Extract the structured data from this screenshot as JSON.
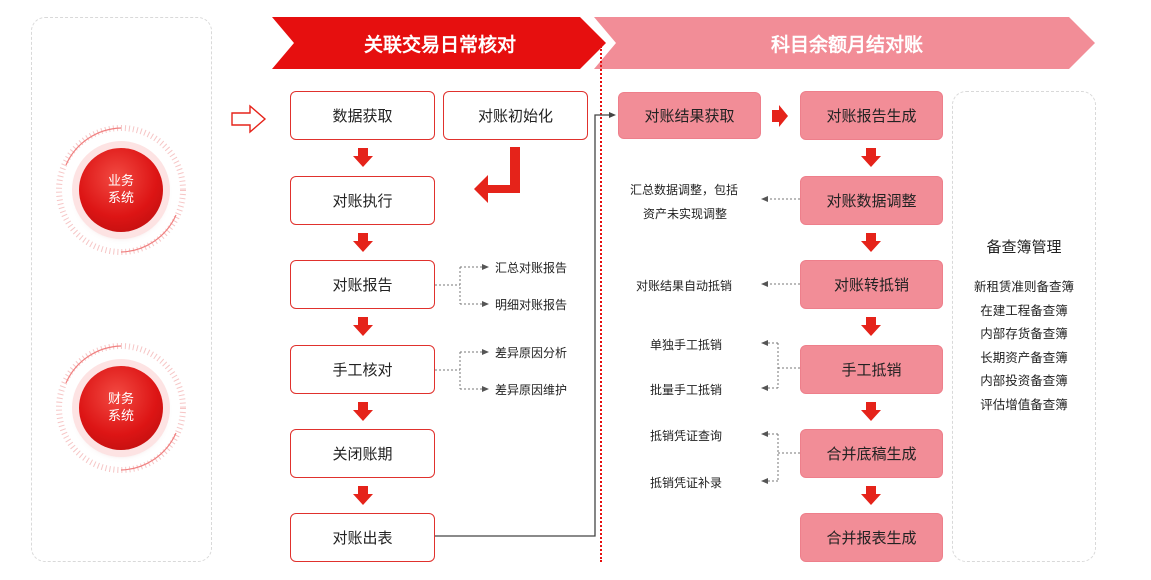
{
  "banners": {
    "left": "关联交易日常核对",
    "right": "科目余额月结对账"
  },
  "systems": [
    {
      "line1": "业务",
      "line2": "系统"
    },
    {
      "line1": "财务",
      "line2": "系统"
    }
  ],
  "left_flow": {
    "main_steps": [
      "数据获取",
      "对账执行",
      "对账报告",
      "手工核对",
      "关闭账期",
      "对账出表"
    ],
    "init_step": "对账初始化",
    "report_subitems": [
      "汇总对账报告",
      "明细对账报告"
    ],
    "manual_subitems": [
      "差异原因分析",
      "差异原因维护"
    ]
  },
  "right_flow": {
    "fetch_step": "对账结果获取",
    "main_steps": [
      "对账报告生成",
      "对账数据调整",
      "对账转抵销",
      "手工抵销",
      "合并底稿生成",
      "合并报表生成"
    ],
    "adjust_note": [
      "汇总数据调整，包括",
      "资产未实现调整"
    ],
    "transfer_note": "对账结果自动抵销",
    "manual_notes": [
      "单独手工抵销",
      "批量手工抵销"
    ],
    "draft_notes": [
      "抵销凭证查询",
      "抵销凭证补录"
    ]
  },
  "ledger": {
    "title": "备查簿管理",
    "items": [
      "新租赁准则备查簿",
      "在建工程备查簿",
      "内部存货备查簿",
      "长期资产备查簿",
      "内部投资备查簿",
      "评估增值备查簿"
    ]
  },
  "colors": {
    "primary_red": "#e60f0f",
    "pink_fill": "#f28d97",
    "arrow_red": "#e5231a"
  }
}
